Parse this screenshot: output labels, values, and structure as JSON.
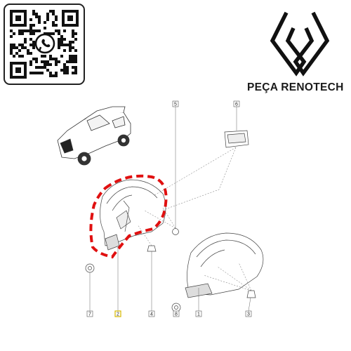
{
  "brand": {
    "name": "PEÇA RENOTECH",
    "logo": "renault-diamond-logo",
    "qr_icon": "whatsapp-icon"
  },
  "diagram": {
    "highlight_color": "#e01010",
    "callouts": [
      {
        "id": "c1",
        "label": "1"
      },
      {
        "id": "c2",
        "label": "2",
        "highlighted": true
      },
      {
        "id": "c3",
        "label": "3"
      },
      {
        "id": "c4",
        "label": "4"
      },
      {
        "id": "c5",
        "label": "5"
      },
      {
        "id": "c6",
        "label": "6"
      },
      {
        "id": "c7",
        "label": "7"
      },
      {
        "id": "c8",
        "label": "8"
      }
    ]
  }
}
